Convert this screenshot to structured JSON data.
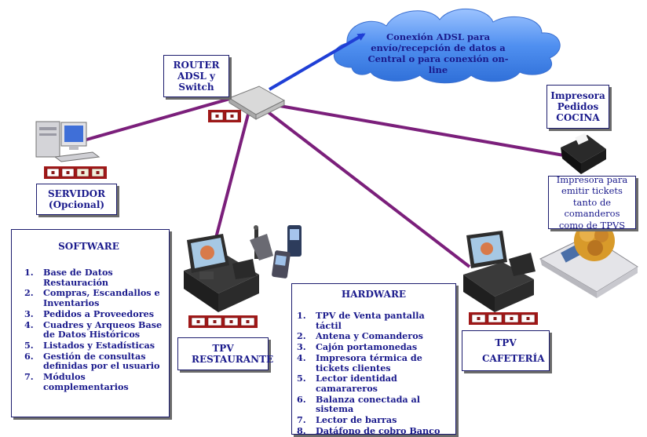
{
  "cloud": {
    "text": "Conexión ADSL para envío/recepción de datos a Central o para conexión on-line",
    "fill": "#4f8ff0"
  },
  "router": {
    "label": "ROUTER ADSL y Switch"
  },
  "servidor": {
    "label": "SERVIDOR (Opcional)"
  },
  "cocina": {
    "label": "Impresora Pedidos COCINA"
  },
  "impresora_tickets": {
    "label": "Impresora para emitir tickets tanto de comanderos como de TPVS"
  },
  "tpv_restaurante": {
    "label": "TPV RESTAURANTE"
  },
  "tpv_cafeteria": {
    "label": "TPV CAFETERÍA"
  },
  "software": {
    "title": "SOFTWARE",
    "items": [
      "Base de Datos Restauración",
      "Compras, Escandallos e Inventarios",
      "Pedidos a Proveedores",
      "Cuadres y Arqueos Base de Datos Históricos",
      "Listados y Estadísticas",
      "Gestión de consultas definidas por el usuario",
      "Módulos complementarios"
    ]
  },
  "hardware": {
    "title": "HARDWARE",
    "items": [
      "TPV de Venta pantalla táctil",
      "Antena y Comanderos",
      "Cajón portamonedas",
      "Impresora térmica de tickets clientes",
      "Lector identidad camarareros",
      "Balanza conectada al sistema",
      "Lector de barras",
      "Datáfono de cobro Banco"
    ]
  },
  "colors": {
    "text": "#1a1a8c",
    "link_line": "#7b1f7b",
    "adsl_arrow": "#1f3fd6",
    "port_block": "#a01818",
    "border": "#1c1c6e"
  }
}
